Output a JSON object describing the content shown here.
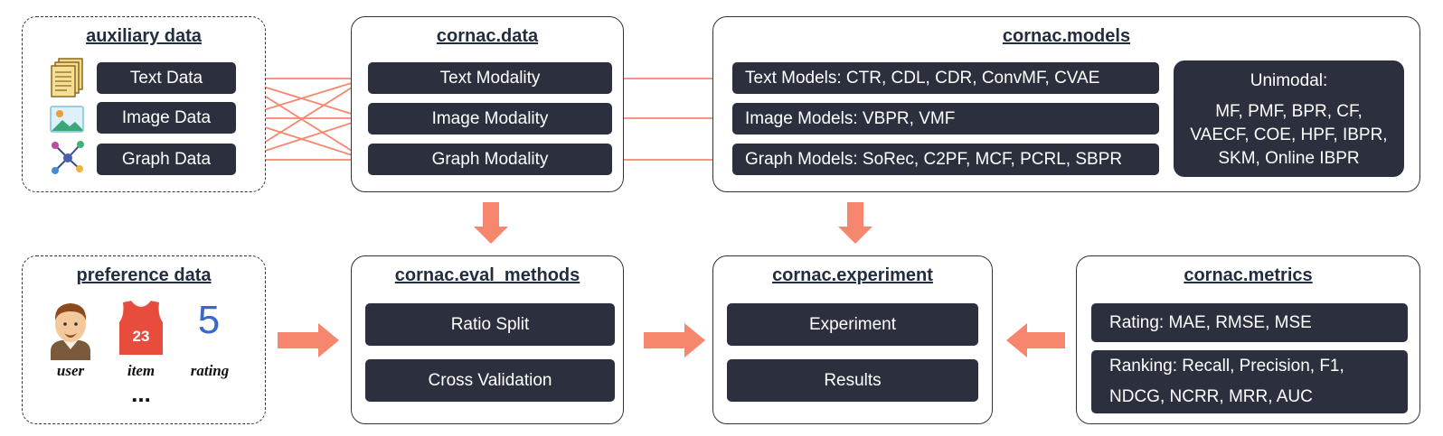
{
  "auxiliary": {
    "title": "auxiliary data",
    "items": [
      "Text Data",
      "Image Data",
      "Graph Data"
    ],
    "icons": [
      "document-stack-icon",
      "landscape-image-icon",
      "graph-network-icon"
    ]
  },
  "data_module": {
    "title": "cornac.data",
    "items": [
      "Text Modality",
      "Image Modality",
      "Graph Modality"
    ]
  },
  "models_module": {
    "title": "cornac.models",
    "items": [
      "Text Models: CTR, CDL, CDR, ConvMF, CVAE",
      "Image Models: VBPR, VMF",
      "Graph Models: SoRec, C2PF, MCF, PCRL, SBPR"
    ],
    "unimodal": {
      "heading": "Unimodal:",
      "lines": [
        "MF, PMF, BPR, CF,",
        "VAECF, COE, HPF, IBPR,",
        "SKM, Online IBPR"
      ]
    }
  },
  "preference": {
    "title": "preference data",
    "labels": [
      "user",
      "item",
      "rating"
    ],
    "rating_value": "5",
    "jersey_number": "23",
    "ellipsis": "..."
  },
  "eval_module": {
    "title": "cornac.eval_methods",
    "items": [
      "Ratio Split",
      "Cross Validation"
    ]
  },
  "experiment_module": {
    "title": "cornac.experiment",
    "items": [
      "Experiment",
      "Results"
    ]
  },
  "metrics_module": {
    "title": "cornac.metrics",
    "rating": "Rating: MAE, RMSE, MSE",
    "ranking_lines": [
      "Ranking: Recall, Precision, F1,",
      "NDCG, NCRR, MRR, AUC"
    ]
  },
  "colors": {
    "pill": "#2b2f3e",
    "arrow": "#f7866f",
    "title": "#222d3f"
  }
}
